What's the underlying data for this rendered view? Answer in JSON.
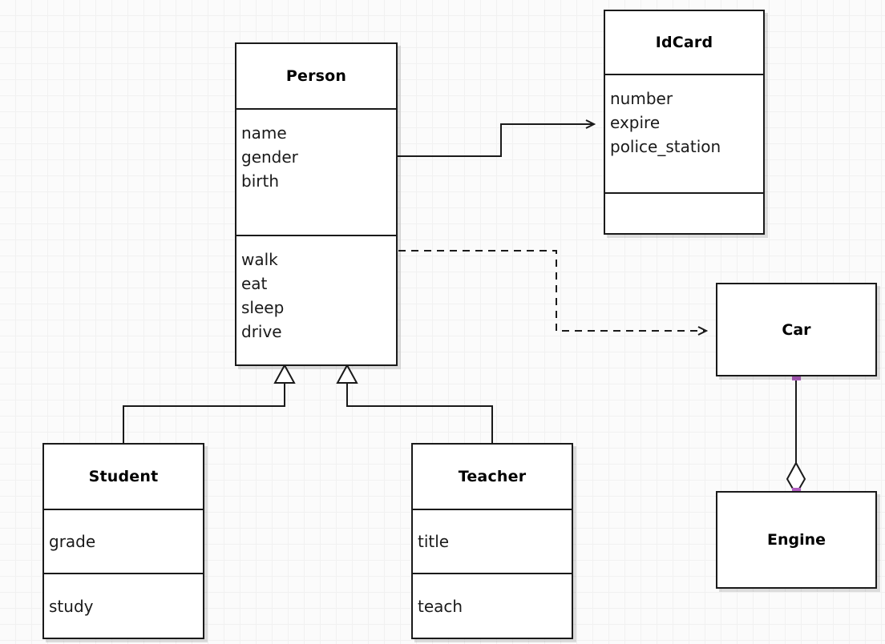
{
  "diagram": {
    "type": "uml-class-diagram",
    "background": "#fbfbfb",
    "grid_color": "#f1f1f1",
    "line_color": "#1a1a1a",
    "handle_color": "#b05ec0"
  },
  "classes": {
    "person": {
      "name": "Person",
      "attributes": [
        "name",
        "gender",
        "birth"
      ],
      "operations": [
        "walk",
        "eat",
        "sleep",
        "drive"
      ]
    },
    "idcard": {
      "name": "IdCard",
      "attributes": [
        "number",
        "expire",
        "police_station"
      ],
      "operations": []
    },
    "student": {
      "name": "Student",
      "attributes": [
        "grade"
      ],
      "operations": [
        "study"
      ]
    },
    "teacher": {
      "name": "Teacher",
      "attributes": [
        "title"
      ],
      "operations": [
        "teach"
      ]
    },
    "car": {
      "name": "Car"
    },
    "engine": {
      "name": "Engine"
    }
  },
  "relationships": [
    {
      "id": "person-idcard",
      "kind": "association",
      "from": "Person",
      "to": "IdCard",
      "style": "solid",
      "arrowhead": "open"
    },
    {
      "id": "person-car",
      "kind": "dependency",
      "from": "Person",
      "to": "Car",
      "style": "dashed",
      "arrowhead": "open"
    },
    {
      "id": "student-person",
      "kind": "generalization",
      "from": "Student",
      "to": "Person",
      "style": "solid",
      "arrowhead": "hollow-triangle"
    },
    {
      "id": "teacher-person",
      "kind": "generalization",
      "from": "Teacher",
      "to": "Person",
      "style": "solid",
      "arrowhead": "hollow-triangle"
    },
    {
      "id": "car-engine",
      "kind": "aggregation",
      "from": "Car",
      "to": "Engine",
      "style": "solid",
      "arrowhead": "hollow-diamond"
    }
  ]
}
